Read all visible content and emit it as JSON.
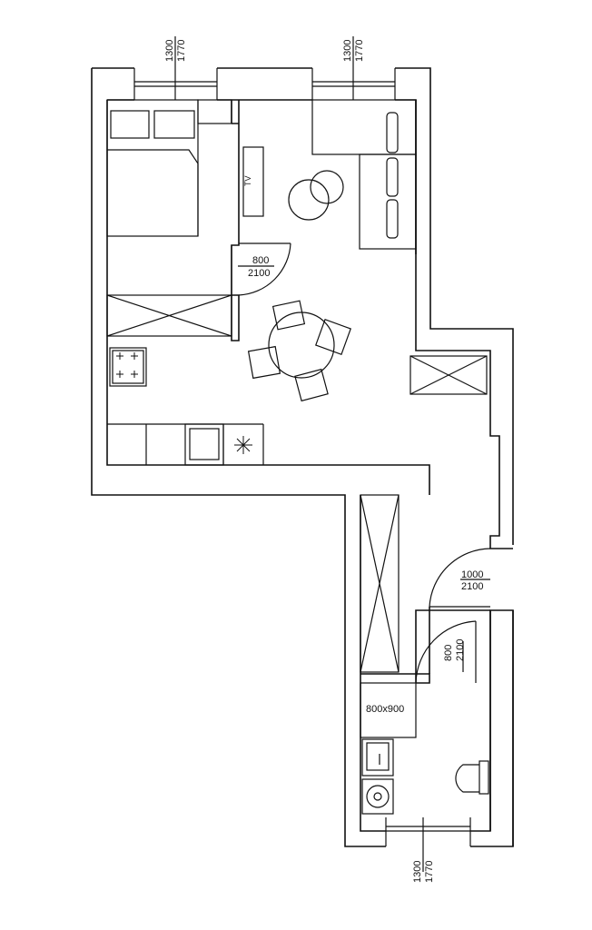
{
  "labels": {
    "window_top_left_width": "1300",
    "window_top_left_height": "1770",
    "window_top_right_width": "1300",
    "window_top_right_height": "1770",
    "window_bottom_width": "1300",
    "window_bottom_height": "1770",
    "door_room_width": "800",
    "door_room_height": "2100",
    "door_entry_width": "1000",
    "door_entry_height": "2100",
    "door_bath_width": "800",
    "door_bath_height": "2100",
    "tv": "TV",
    "shower": "800x900"
  },
  "colors": {
    "wall": "#ffffff",
    "line": "#111111"
  }
}
